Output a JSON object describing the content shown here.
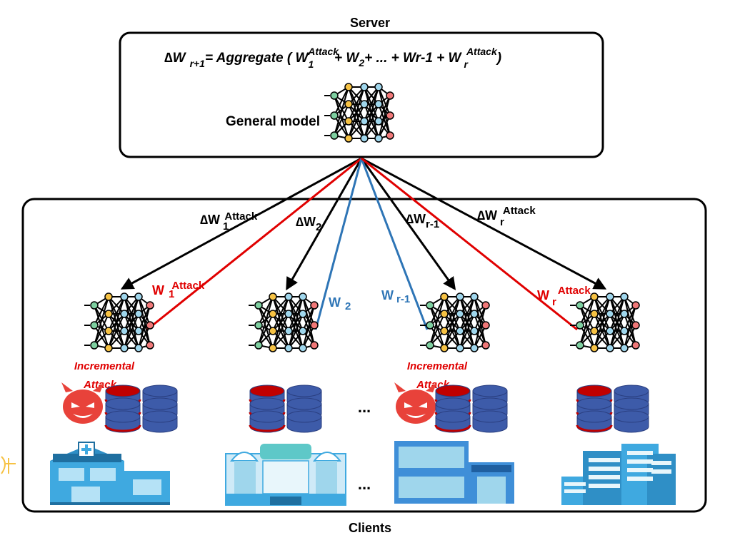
{
  "server": {
    "title": "Server",
    "model_label": "General model",
    "formula": {
      "delta": "∆",
      "w1": "W",
      "sub_r1": "r+1",
      "eq_text": "= Aggregate ( W",
      "sub_1": "1",
      "sup_attack_1": "Attack",
      "plus_w": "+ W",
      "sub_2": "2",
      "middle": "+ ... + Wr-1 + W",
      "sub_r": "r",
      "sup_attack_r": "Attack",
      "close": ")"
    }
  },
  "clients": {
    "title": "Clients",
    "ellipsis_db": "...",
    "ellipsis_buildings": "...",
    "incremental_attack": "Incremental Attack",
    "incremental_line1": "Incremental",
    "incremental_line2": "Attack"
  },
  "down_labels": {
    "d1": {
      "delta": "∆W",
      "sub": "1",
      "sup": "Attack"
    },
    "d2": {
      "delta": "∆W",
      "sub": "2"
    },
    "dr1": {
      "delta": "∆W",
      "sub": "r-1"
    },
    "dr": {
      "delta": "∆W",
      "sub": "r",
      "sup": "Attack"
    }
  },
  "up_labels": {
    "u1": {
      "w": "W",
      "sub": "1",
      "sup": "Attack"
    },
    "u2": {
      "w": "W",
      "sub": "2"
    },
    "ur1": {
      "w": "W",
      "sub": "r-1"
    },
    "ur": {
      "w": "W",
      "sub": "r",
      "sup": "Attack"
    }
  },
  "colors": {
    "black": "#000000",
    "attack_red": "#e00000",
    "benign_blue": "#2e75b6",
    "db_blue": "#3d5ba9",
    "db_red": "#c00000",
    "building_blue": "#3fa9e0",
    "devil": "#e8423a",
    "node_green": "#7ecfa0",
    "node_orange": "#f6c244",
    "node_red": "#f07878",
    "node_blue": "#9fd6ec"
  },
  "icons": {
    "nn": "neural-network-icon",
    "devil": "devil-icon",
    "db": "database-icon",
    "hospital": "hospital-icon",
    "station": "station-icon",
    "shop": "shop-icon",
    "office": "office-icon"
  }
}
